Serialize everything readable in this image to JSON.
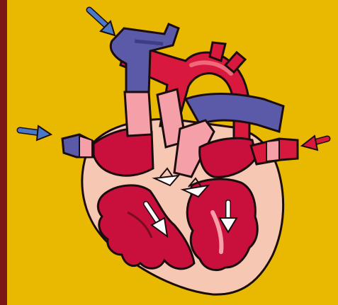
{
  "colors": {
    "background": "#e9b800",
    "left_border": "#7d1616",
    "outline": "#1b0d0d",
    "heart_wall": "#f6c7b3",
    "muscle": "#c9103c",
    "muscle_dark": "#7a0c1e",
    "artery": "#d8183c",
    "artery_light": "#f0687a",
    "vein": "#5b5aa8",
    "vein_dark": "#3d3c86",
    "valve_pink": "#f5a0a8",
    "flow_arrow": "#ffffff"
  },
  "arrows": [
    {
      "name": "superior-vena-cava-inflow-arrow",
      "color": "#4a78c8"
    },
    {
      "name": "inferior-vena-cava-inflow-arrow",
      "color": "#4a78c8"
    },
    {
      "name": "pulmonary-vein-inflow-arrow",
      "color": "#d8183c"
    }
  ]
}
